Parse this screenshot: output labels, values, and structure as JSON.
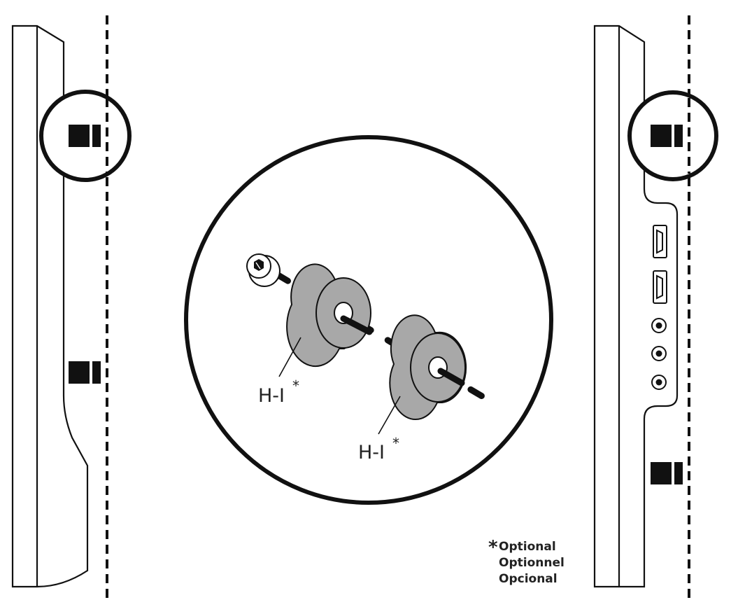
{
  "callouts": {
    "spacer_upper": "H-I",
    "spacer_lower": "H-I",
    "optional_mark": "*"
  },
  "footnote": {
    "asterisk": "*",
    "english": "Optional",
    "french": "Optionnel",
    "spanish": "Opcional"
  },
  "colors": {
    "ink": "#111111",
    "spacer_fill": "#a8a8a8",
    "background": "#ffffff"
  },
  "icons": {
    "port": "hdmi-port-icon",
    "jack": "audio-jack-icon",
    "screw": "hex-screw-icon",
    "spacer": "spacer-icon"
  }
}
